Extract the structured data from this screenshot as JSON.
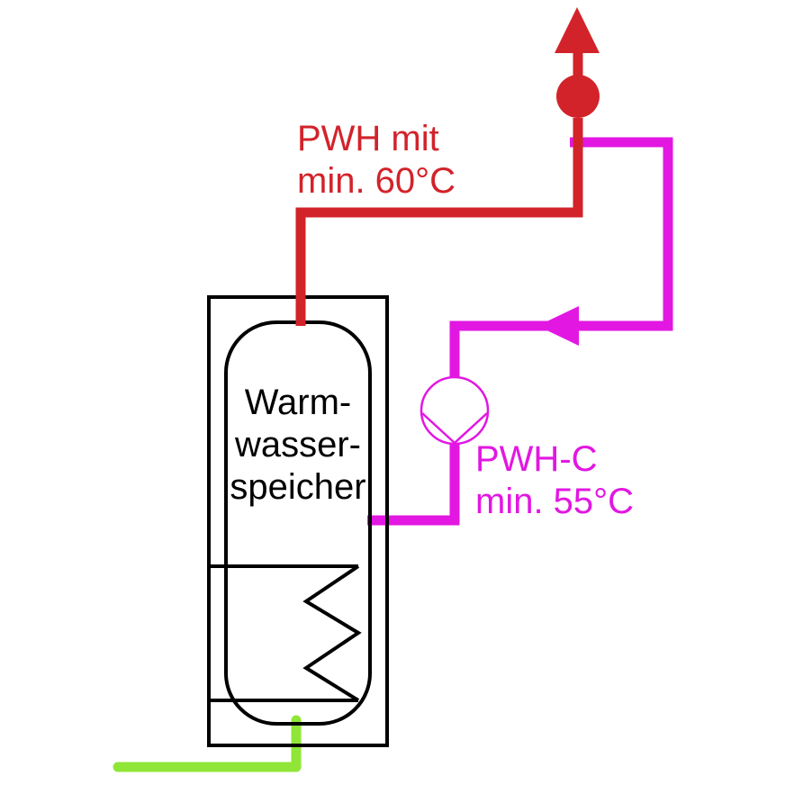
{
  "labels": {
    "hot_water": {
      "line1": "PWH mit",
      "line2": "min. 60°C"
    },
    "circulation": {
      "line1": "PWH-C",
      "line2": "min. 55°C"
    },
    "tank": {
      "line1": "Warm-",
      "line2": "wasser-",
      "line3": "speicher"
    }
  },
  "colors": {
    "hot_water": "#d2232a",
    "circulation": "#e217e2",
    "cold_water": "#8fe637",
    "outline": "#000000",
    "background": "#ffffff"
  },
  "icons": {
    "flow_arrow_up": "red upward flow arrow",
    "outlet_node": "red filled circle tap node",
    "flow_direction_arrow": "magenta leftward flow arrow",
    "circulation_pump": "circle with inscribed triangle pump symbol",
    "heating_coil": "zigzag heating element in tank base"
  }
}
